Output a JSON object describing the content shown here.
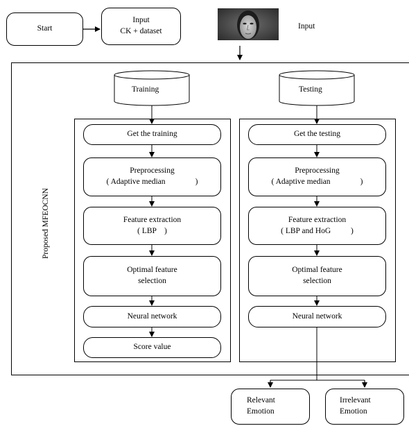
{
  "start": "Start",
  "input_box": {
    "line1": "Input",
    "line2": "CK  + dataset"
  },
  "input_label": "Input",
  "side_label": "Proposed MFEOCNN",
  "training": {
    "db": "Training",
    "steps": [
      "Get the training",
      "Preprocessing",
      "( Adaptive median               )",
      "Feature extraction",
      "( LBP    )",
      "Optimal feature",
      "selection",
      "Neural network",
      "Score value"
    ]
  },
  "testing": {
    "db": "Testing",
    "steps": [
      "Get the testing",
      "Preprocessing",
      "( Adaptive median               )",
      "Feature extraction",
      "( LBP and HoG          )",
      "Optimal feature",
      "selection",
      "Neural network"
    ]
  },
  "outputs": {
    "relevant": {
      "line1": "Relevant",
      "line2": "Emotion"
    },
    "irrelevant": {
      "line1": "Irrelevant",
      "line2": "Emotion"
    }
  }
}
